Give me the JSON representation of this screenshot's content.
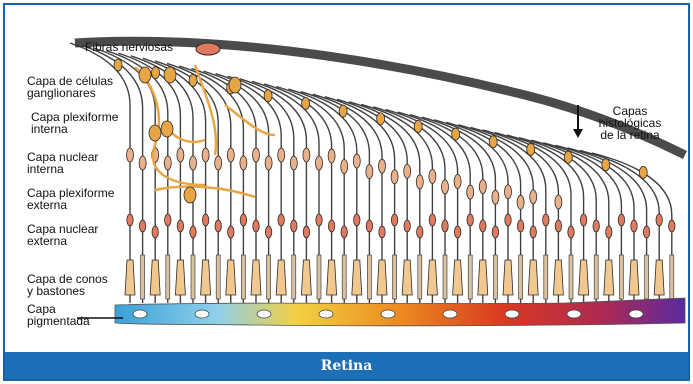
{
  "figure": {
    "labels": {
      "fibras": "Fibras nerviosas",
      "ganglionares": "Capa de células\nganglionares",
      "plexiforme_interna": "Capa plexiforme\ninterna",
      "nuclear_interna": "Capa nuclear\ninterna",
      "plexiforme_externa": "Capa plexiforme\nexterna",
      "nuclear_externa": "Capa nuclear\nexterna",
      "conos": "Capa de conos\ny bastones",
      "pigmentada": "Capa\npigmentada",
      "capas": "Capas\nhistológicas\nde la retina"
    },
    "colors": {
      "frame": "#1a63a8",
      "caption_bg": "#1d6fb8",
      "neuron_orange": "#e8a544",
      "fiber_dark": "#2b2b2b",
      "nucleus": "#e07a5f"
    },
    "pigment_gradient": [
      "#3aa0d8",
      "#7ecbe8",
      "#f0c830",
      "#e85020",
      "#c82a2a",
      "#8a2a8a",
      "#5a2aa0"
    ]
  },
  "caption": "Retina"
}
